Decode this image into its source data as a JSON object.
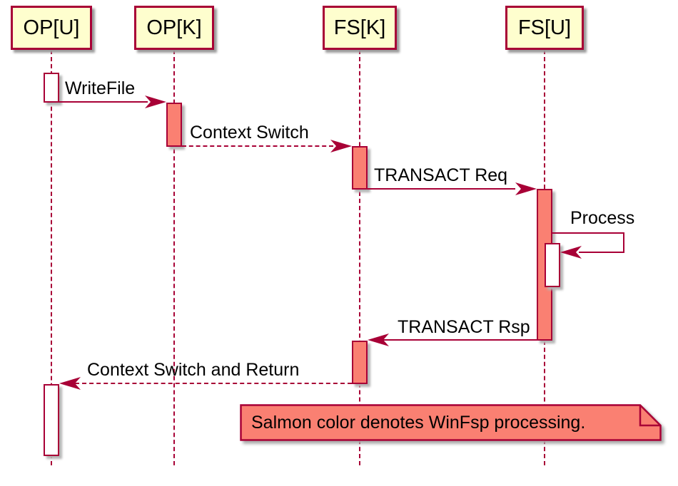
{
  "diagram_type": "sequence",
  "colors": {
    "participant_fill": "#FEFECE",
    "border": "#A80036",
    "processing_salmon": "#FA8072",
    "activation_plain": "#FFFFFF",
    "background": "#FFFFFF",
    "text": "#000000"
  },
  "participants": [
    {
      "label": "OP[U]"
    },
    {
      "label": "OP[K]"
    },
    {
      "label": "FS[K]"
    },
    {
      "label": "FS[U]"
    }
  ],
  "messages": [
    {
      "label": "WriteFile",
      "from": "OP[U]",
      "to": "OP[K]",
      "line": "solid"
    },
    {
      "label": "Context Switch",
      "from": "OP[K]",
      "to": "FS[K]",
      "line": "dashed"
    },
    {
      "label": "TRANSACT Req",
      "from": "FS[K]",
      "to": "FS[U]",
      "line": "solid"
    },
    {
      "label": "Process",
      "from": "FS[U]",
      "to": "FS[U]",
      "line": "solid-self"
    },
    {
      "label": "TRANSACT Rsp",
      "from": "FS[U]",
      "to": "FS[K]",
      "line": "solid"
    },
    {
      "label": "Context Switch and Return",
      "from": "FS[K]",
      "to": "OP[U]",
      "line": "dashed"
    }
  ],
  "note": {
    "text": "Salmon color denotes WinFsp processing."
  }
}
